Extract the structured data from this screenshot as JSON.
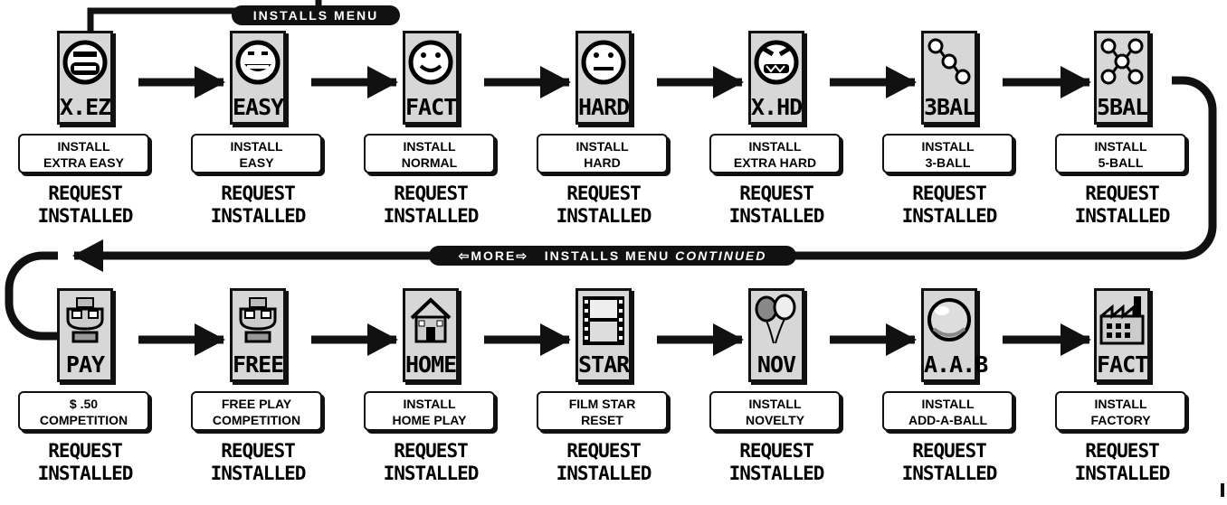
{
  "menu_title": "INSTALLS MENU",
  "menu_continued": {
    "more_label": "⇦MORE⇨",
    "title": "INSTALLS MENU",
    "continued": "CONTINUED"
  },
  "rows": [
    [
      {
        "id": "extra-easy",
        "icon": "extra-easy-face",
        "icon_label": "X.EZ",
        "desc": [
          "INSTALL",
          "EXTRA EASY"
        ],
        "status": [
          "REQUEST",
          "INSTALLED"
        ]
      },
      {
        "id": "easy",
        "icon": "easy-face",
        "icon_label": "EASY",
        "desc": [
          "INSTALL",
          "EASY"
        ],
        "status": [
          "REQUEST",
          "INSTALLED"
        ]
      },
      {
        "id": "normal",
        "icon": "normal-face",
        "icon_label": "FACT",
        "desc": [
          "INSTALL",
          "NORMAL"
        ],
        "status": [
          "REQUEST",
          "INSTALLED"
        ]
      },
      {
        "id": "hard",
        "icon": "hard-face",
        "icon_label": "HARD",
        "desc": [
          "INSTALL",
          "HARD"
        ],
        "status": [
          "REQUEST",
          "INSTALLED"
        ]
      },
      {
        "id": "extra-hard",
        "icon": "extra-hard-face",
        "icon_label": "X.HD",
        "desc": [
          "INSTALL",
          "EXTRA HARD"
        ],
        "status": [
          "REQUEST",
          "INSTALLED"
        ]
      },
      {
        "id": "3-ball",
        "icon": "three-ball",
        "icon_label": "3BAL",
        "desc": [
          "INSTALL",
          "3-BALL"
        ],
        "status": [
          "REQUEST",
          "INSTALLED"
        ]
      },
      {
        "id": "5-ball",
        "icon": "five-ball",
        "icon_label": "5BAL",
        "desc": [
          "INSTALL",
          "5-BALL"
        ],
        "status": [
          "REQUEST",
          "INSTALLED"
        ]
      }
    ],
    [
      {
        "id": "pay-competition",
        "icon": "trophy",
        "icon_label": "PAY",
        "desc": [
          "$ .50",
          "COMPETITION"
        ],
        "status": [
          "REQUEST",
          "INSTALLED"
        ]
      },
      {
        "id": "free-competition",
        "icon": "trophy",
        "icon_label": "FREE",
        "desc": [
          "FREE PLAY",
          "COMPETITION"
        ],
        "status": [
          "REQUEST",
          "INSTALLED"
        ]
      },
      {
        "id": "home-play",
        "icon": "house",
        "icon_label": "HOME",
        "desc": [
          "INSTALL",
          "HOME PLAY"
        ],
        "status": [
          "REQUEST",
          "INSTALLED"
        ]
      },
      {
        "id": "film-star",
        "icon": "film-strip",
        "icon_label": "STAR",
        "desc": [
          "FILM STAR",
          "RESET"
        ],
        "status": [
          "REQUEST",
          "INSTALLED"
        ]
      },
      {
        "id": "novelty",
        "icon": "balloons",
        "icon_label": "NOV",
        "desc": [
          "INSTALL",
          "NOVELTY"
        ],
        "status": [
          "REQUEST",
          "INSTALLED"
        ]
      },
      {
        "id": "add-a-ball",
        "icon": "pinball",
        "icon_label": "A.A.B",
        "desc": [
          "INSTALL",
          "ADD-A-BALL"
        ],
        "status": [
          "REQUEST",
          "INSTALLED"
        ]
      },
      {
        "id": "factory",
        "icon": "factory",
        "icon_label": "FACT",
        "desc": [
          "INSTALL",
          "FACTORY"
        ],
        "status": [
          "REQUEST",
          "INSTALLED"
        ]
      }
    ]
  ]
}
